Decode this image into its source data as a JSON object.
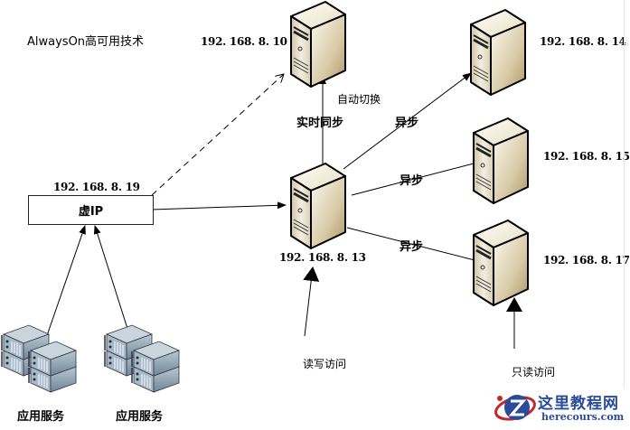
{
  "title": "AlwaysOn高可用技术",
  "virtual_ip": {
    "label": "虚IP",
    "address": "192. 168. 8. 19"
  },
  "servers": {
    "standby_sync": {
      "address": "192. 168. 8. 10"
    },
    "primary": {
      "address": "192. 168. 8. 13"
    },
    "replica_1": {
      "address": "192. 168. 8. 14"
    },
    "replica_2": {
      "address": "192. 168. 8. 15"
    },
    "replica_3": {
      "address": "192. 168. 8. 17"
    }
  },
  "links": {
    "sync_label": "实时同步",
    "failover_label": "自动切换",
    "async_label_1": "异步",
    "async_label_2": "异步",
    "async_label_3": "异步"
  },
  "app_servers": [
    {
      "label": "应用服务"
    },
    {
      "label": "应用服务"
    }
  ],
  "access": {
    "read_write": "读写访问",
    "read_only": "只读访问"
  },
  "watermark": {
    "name": "这里教程网",
    "url": "herecours.com",
    "icon_letter": "Z"
  },
  "colors": {
    "server_body": "#e9e1cc",
    "server_side": "#b7a57c",
    "rack_body": "#8fa5b2",
    "watermark_blue": "#2a4a9a",
    "watermark_red": "#c0282d"
  }
}
